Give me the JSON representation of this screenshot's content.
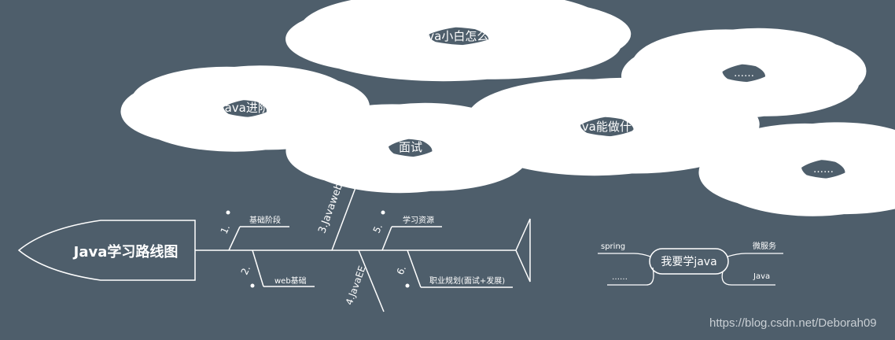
{
  "colors": {
    "background": "#4e5e6b",
    "stroke": "#ffffff",
    "text": "#ffffff",
    "watermark": "#c9cfd4"
  },
  "clouds": {
    "java_how_to_learn": "Java小白怎么学",
    "ellipsis_1": "……",
    "java_advanced": "Java进阶",
    "java_what_can_do": "Java能做什么",
    "interview": "面试",
    "ellipsis_2": "……"
  },
  "fishbone": {
    "head_title": "Java学习路线图",
    "bones": {
      "b1": {
        "number": "1.",
        "label": "基础阶段"
      },
      "b2": {
        "number": "2.",
        "label": "web基础"
      },
      "b3": {
        "label": "3.Javaweb"
      },
      "b4": {
        "label": "4.JavaEE"
      },
      "b5": {
        "number": "5.",
        "label": "学习资源"
      },
      "b6": {
        "number": "6.",
        "label": "职业规划(面试+发展)"
      }
    }
  },
  "mindmap": {
    "center": "我要学java",
    "branches": {
      "top_left": "spring",
      "bottom_left": "……",
      "top_right": "微服务",
      "bottom_right": "Java"
    }
  },
  "watermark": "https://blog.csdn.net/Deborah09"
}
